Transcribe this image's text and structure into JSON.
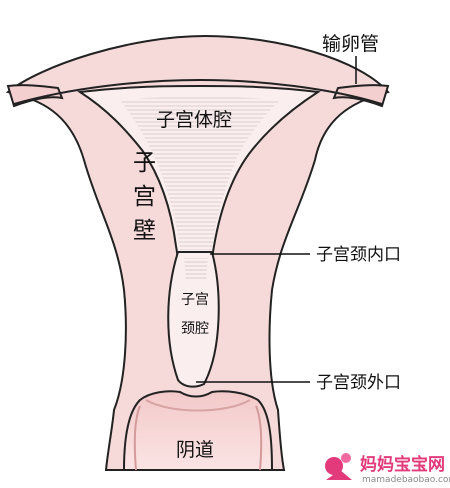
{
  "labels": {
    "fallopian_tube": "输卵管",
    "uterine_cavity": "子宫体腔",
    "uterine_wall": [
      "子",
      "宫",
      "壁"
    ],
    "internal_os": "子宫颈内口",
    "cervical_canal": [
      "子宫",
      "颈腔"
    ],
    "external_os": "子宫颈外口",
    "vagina": "阴道"
  },
  "watermark": {
    "name": "妈妈宝宝网",
    "url": "mamadebaobao.com"
  },
  "colors": {
    "outline": "#222222",
    "tissue": "#f6dada",
    "tissue_dark": "#eebfc0",
    "cavity": "#fbeeee",
    "stripes": "#d7c6c6",
    "watermark": "#e23a7a"
  }
}
